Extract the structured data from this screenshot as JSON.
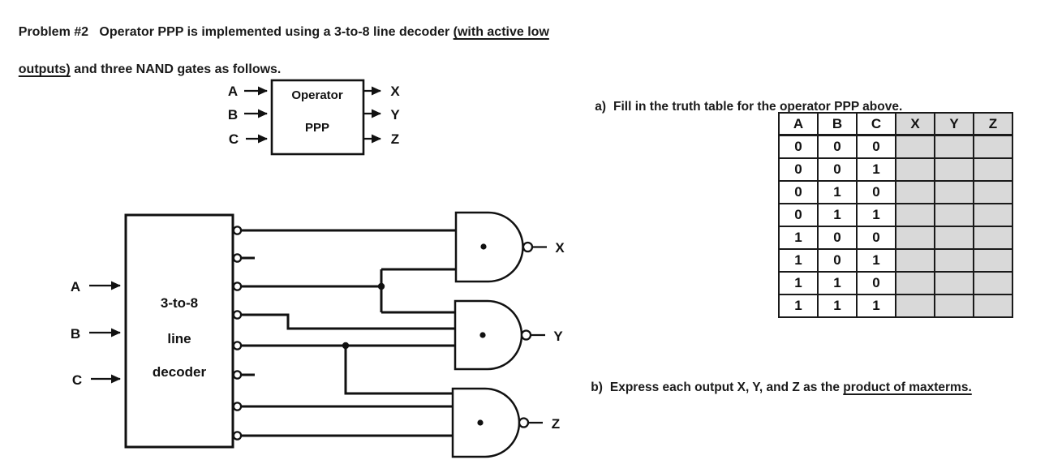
{
  "page": {
    "background": "#ffffff",
    "ink": "#1a1a1a",
    "table_shade": "#d9d9d9"
  },
  "title": {
    "line1_normal": "Problem #2   Operator PPP is implemented using a 3-to-8 line decoder ",
    "line1_underlined": "(with active low",
    "line2_underlined": "outputs)",
    "line2_normal": " and three NAND gates as follows."
  },
  "operator_block": {
    "label_line1": "Operator",
    "label_line2": "PPP",
    "inputs": [
      "A",
      "B",
      "C"
    ],
    "outputs": [
      "X",
      "Y",
      "Z"
    ]
  },
  "decoder": {
    "label_lines": [
      "3-to-8",
      "line",
      "decoder"
    ],
    "inputs": [
      "A",
      "B",
      "C"
    ],
    "output_count": 8,
    "unconnected_outputs": [
      1,
      5
    ]
  },
  "nand_gates": [
    {
      "output_label": "X",
      "decoder_outputs_used": [
        0,
        2
      ]
    },
    {
      "output_label": "Y",
      "decoder_outputs_used": [
        2,
        3,
        4
      ]
    },
    {
      "output_label": "Z",
      "decoder_outputs_used": [
        4,
        6,
        7
      ]
    }
  ],
  "questions": {
    "a_label": "a)",
    "a_text": "Fill in the truth table for the operator PPP above.",
    "b_label": "b)",
    "b_text_normal": "Express each output X, Y, and Z as the ",
    "b_text_underlined": "product of maxterms."
  },
  "truth_table": {
    "headers": [
      "A",
      "B",
      "C",
      "X",
      "Y",
      "Z"
    ],
    "rows": [
      [
        "0",
        "0",
        "0",
        "",
        "",
        ""
      ],
      [
        "0",
        "0",
        "1",
        "",
        "",
        ""
      ],
      [
        "0",
        "1",
        "0",
        "",
        "",
        ""
      ],
      [
        "0",
        "1",
        "1",
        "",
        "",
        ""
      ],
      [
        "1",
        "0",
        "0",
        "",
        "",
        ""
      ],
      [
        "1",
        "0",
        "1",
        "",
        "",
        ""
      ],
      [
        "1",
        "1",
        "0",
        "",
        "",
        ""
      ],
      [
        "1",
        "1",
        "1",
        "",
        "",
        ""
      ]
    ],
    "shaded_columns": [
      "X",
      "Y",
      "Z"
    ]
  }
}
